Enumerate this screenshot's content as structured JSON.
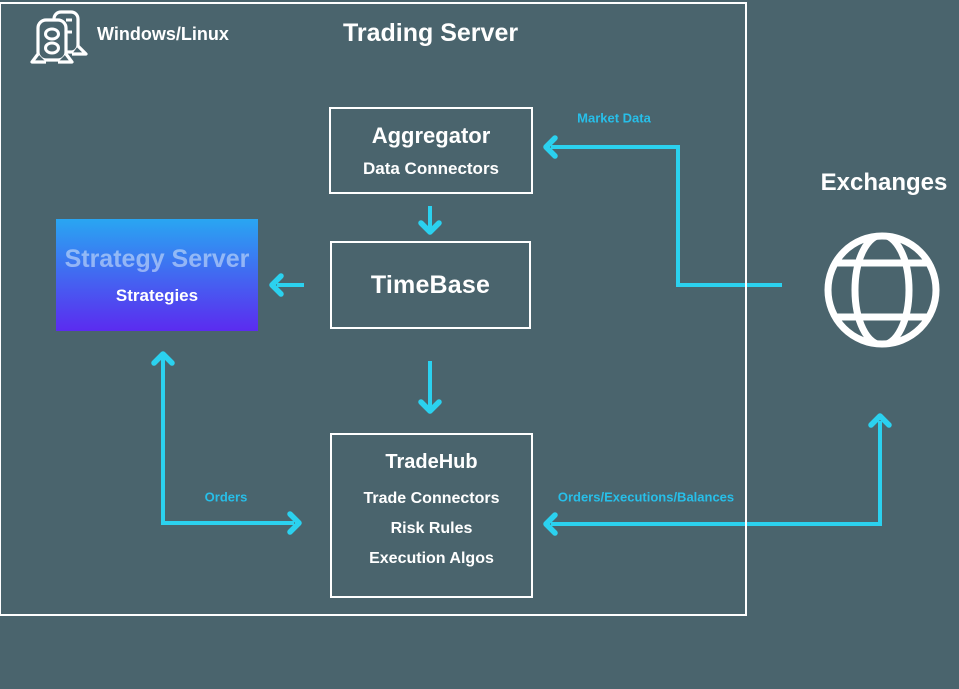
{
  "colors": {
    "background": "#4A646D",
    "box_border": "#FFFFFF",
    "flow_line": "#2BD1EF",
    "flow_label_text": "#27BFE9",
    "strategy_gradient_top": "#29A6F2",
    "strategy_gradient_bottom": "#5B2BF0",
    "text": "#FFFFFF"
  },
  "header": {
    "platform": "Windows/Linux",
    "title": "Trading Server"
  },
  "nodes": {
    "aggregator": {
      "title": "Aggregator",
      "subtitle": "Data Connectors"
    },
    "timebase": {
      "title": "TimeBase"
    },
    "tradehub": {
      "title": "TradeHub",
      "items": [
        "Trade Connectors",
        "Risk Rules",
        "Execution Algos"
      ]
    },
    "strategy_server": {
      "title": "Strategy Server",
      "subtitle": "Strategies"
    }
  },
  "exchanges": {
    "label": "Exchanges"
  },
  "flows": {
    "market_data": {
      "label": "Market Data"
    },
    "orders": {
      "label": "Orders"
    },
    "orders_executions_balances": {
      "label": "Orders/Executions/Balances"
    }
  },
  "icons": {
    "server": "server-icon",
    "globe": "globe-icon"
  }
}
